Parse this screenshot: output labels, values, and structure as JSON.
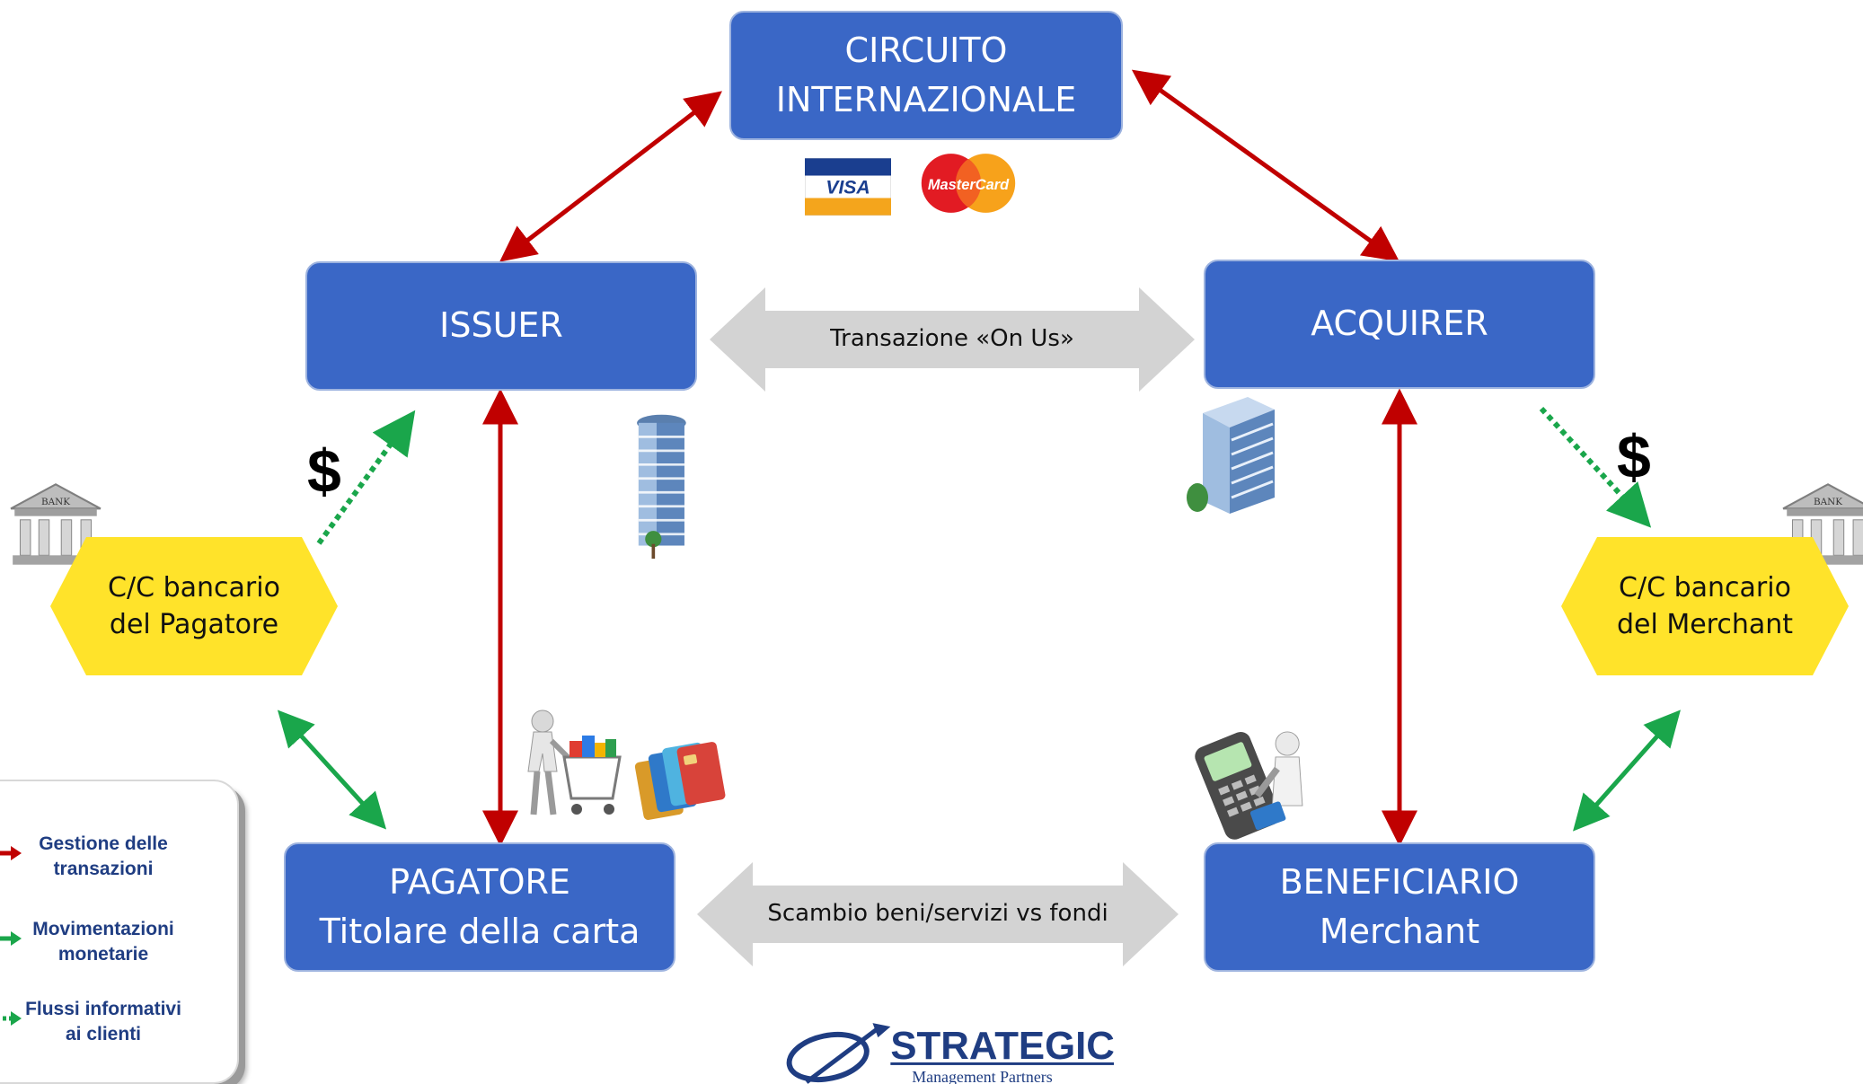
{
  "nodes": {
    "circuito": {
      "line1": "CIRCUITO",
      "line2": "INTERNAZIONALE"
    },
    "issuer": {
      "label": "ISSUER"
    },
    "acquirer": {
      "label": "ACQUIRER"
    },
    "pagatore": {
      "line1": "PAGATORE",
      "line2": "Titolare della carta"
    },
    "beneficiario": {
      "line1": "BENEFICIARIO",
      "line2": "Merchant"
    }
  },
  "accounts": {
    "pagatore": {
      "line1": "C/C bancario",
      "line2": "del Pagatore"
    },
    "merchant": {
      "line1": "C/C bancario",
      "line2": "del Merchant"
    }
  },
  "flows": {
    "on_us": "Transazione «On Us»",
    "exchange": "Scambio beni/servizi vs fondi"
  },
  "symbols": {
    "currency": "$"
  },
  "card_brands": {
    "visa": "VISA",
    "mastercard": "MasterCard"
  },
  "bank_sign": "BANK",
  "legend": {
    "items": [
      {
        "label": "Gestione delle transazioni",
        "color": "#c00000"
      },
      {
        "label": "Movimentazioni monetarie",
        "color": "#00a651"
      },
      {
        "label": "Flussi informativi ai clienti",
        "color": "#00a651"
      }
    ]
  },
  "logo": {
    "name": "STRATEGIC",
    "tagline": "Management Partners"
  },
  "colors": {
    "node_fill": "#3a67c6",
    "account_fill": "#ffe32a",
    "red_arrow": "#c00000",
    "green_arrow": "#1aa64b",
    "gray_arrow": "#d3d3d3"
  },
  "icons": [
    "visa-logo",
    "mastercard-logo",
    "office-building-icon",
    "bank-icon",
    "shopping-cart-person-icon",
    "credit-cards-icon",
    "pos-terminal-icon",
    "strategic-logo"
  ]
}
